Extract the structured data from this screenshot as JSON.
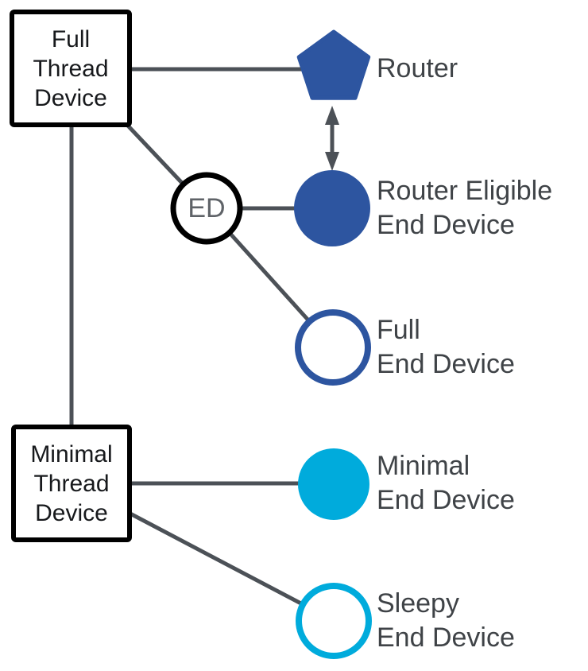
{
  "colors": {
    "router_blue": "#2d55a0",
    "minimal_cyan": "#00abdc",
    "edge_gray": "#4c5157",
    "label_gray": "#3f4347"
  },
  "boxes": {
    "full_thread_device": {
      "label": "Full\nThread\nDevice"
    },
    "minimal_thread_device": {
      "label": "Minimal\nThread\nDevice"
    }
  },
  "nodes": {
    "router": {
      "label": "Router",
      "shape": "pentagon",
      "fill": "solid"
    },
    "router_eligible_end_device": {
      "label": "Router Eligible\nEnd Device",
      "shape": "circle",
      "fill": "solid"
    },
    "ed": {
      "label": "ED",
      "shape": "circle",
      "fill": "outline-black"
    },
    "full_end_device": {
      "label": "Full\nEnd Device",
      "shape": "circle",
      "fill": "outline-blue"
    },
    "minimal_end_device": {
      "label": "Minimal\nEnd Device",
      "shape": "circle",
      "fill": "solid"
    },
    "sleepy_end_device": {
      "label": "Sleepy\nEnd Device",
      "shape": "circle",
      "fill": "outline-cyan"
    }
  },
  "connections": [
    {
      "from": "full_thread_device",
      "to": "router",
      "type": "line"
    },
    {
      "from": "full_thread_device",
      "to": "minimal_thread_device",
      "type": "line"
    },
    {
      "from": "full_thread_device",
      "to": "ed",
      "type": "line"
    },
    {
      "from": "ed",
      "to": "router_eligible_end_device",
      "type": "line"
    },
    {
      "from": "ed",
      "to": "full_end_device",
      "type": "line"
    },
    {
      "from": "minimal_thread_device",
      "to": "minimal_end_device",
      "type": "line"
    },
    {
      "from": "minimal_thread_device",
      "to": "sleepy_end_device",
      "type": "line"
    },
    {
      "from": "router",
      "to": "router_eligible_end_device",
      "type": "double-arrow"
    }
  ]
}
